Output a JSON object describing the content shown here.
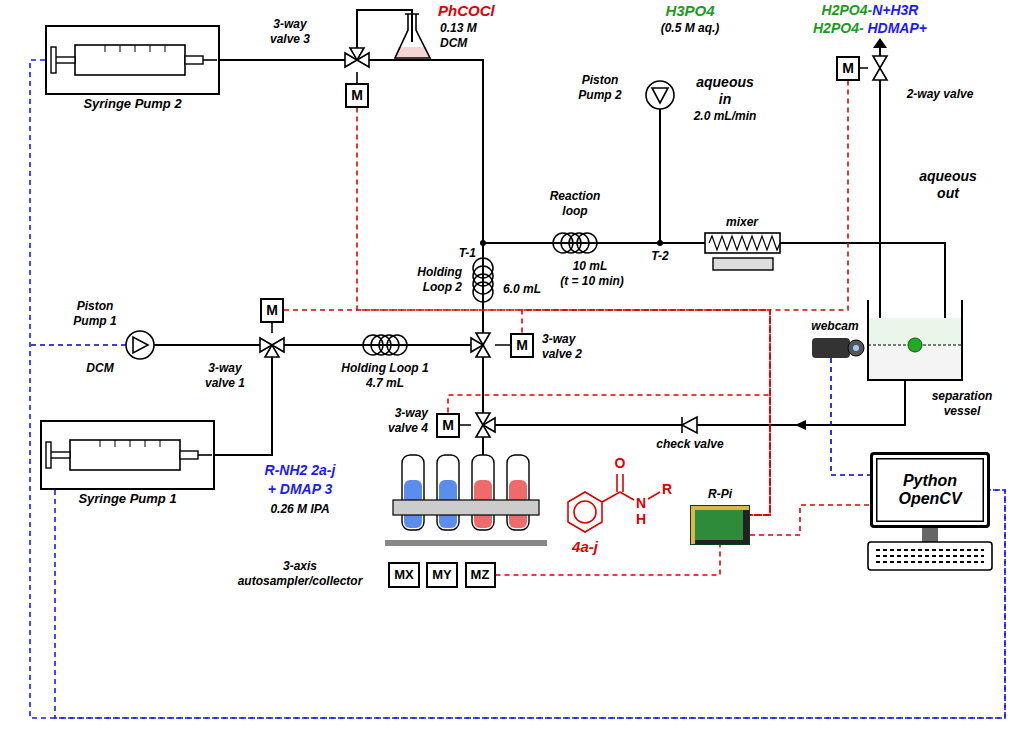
{
  "diagram": {
    "nodes": [
      {
        "text": [
          "Syringe Pump 2"
        ]
      },
      {
        "text": [
          "M"
        ]
      },
      {
        "text": [
          "M"
        ]
      },
      {
        "text": [
          "M"
        ]
      },
      {
        "text": [
          "M"
        ]
      },
      {
        "text": [
          "M"
        ]
      },
      {
        "text": [
          "Syringe Pump 1"
        ]
      },
      {
        "text": [
          "Python OpenCV"
        ]
      },
      {
        "text": [
          "MX"
        ]
      },
      {
        "text": [
          "MY"
        ]
      },
      {
        "text": [
          "MZ"
        ]
      },
      {
        "text": [
          "R-Pi"
        ]
      }
    ],
    "edges": [
      {
        "from": 1,
        "to": 11,
        "arrow": "none"
      },
      {
        "from": 3,
        "to": 11,
        "arrow": "none"
      },
      {
        "from": 4,
        "to": 11,
        "arrow": "none"
      },
      {
        "from": 5,
        "to": 11,
        "arrow": "none"
      },
      {
        "from": 2,
        "to": 11,
        "arrow": "none"
      },
      {
        "from": 10,
        "to": 11,
        "arrow": "none"
      },
      {
        "from": 11,
        "to": 7,
        "arrow": "none"
      },
      {
        "from": 0,
        "to": 7,
        "arrow": "none"
      },
      {
        "from": 6,
        "to": 7,
        "arrow": "none"
      }
    ],
    "labels": [
      "PhCOCl",
      "0.13 M",
      "DCM",
      "3-way",
      "valve 3",
      "H3PO4",
      "(0.5 M aq.)",
      "Piston",
      "Pump 2",
      "aqueous",
      "in",
      "2.0 mL/min",
      "H2PO4-N+H3R",
      "H2PO4- HDMAP+",
      "2-way valve",
      "aqueous",
      "out",
      "T-1",
      "Reaction",
      "loop",
      "10 mL",
      "(t = 10 min)",
      "T-2",
      "mixer",
      "Holding",
      "Loop 2",
      "6.0 mL",
      "Holding Loop 1",
      "4.7 mL",
      "3-way",
      "valve 2",
      "Piston",
      "Pump 1",
      "DCM",
      "3-way",
      "valve 1",
      "3-way",
      "valve 4",
      "check valve",
      "webcam",
      "separation",
      "vessel",
      "R-NH2 2a-j",
      "+ DMAP 3",
      "0.26 M IPA",
      "3-axis",
      "autosampler/collector",
      "4a-j",
      "O",
      "N",
      "H",
      "R"
    ]
  }
}
